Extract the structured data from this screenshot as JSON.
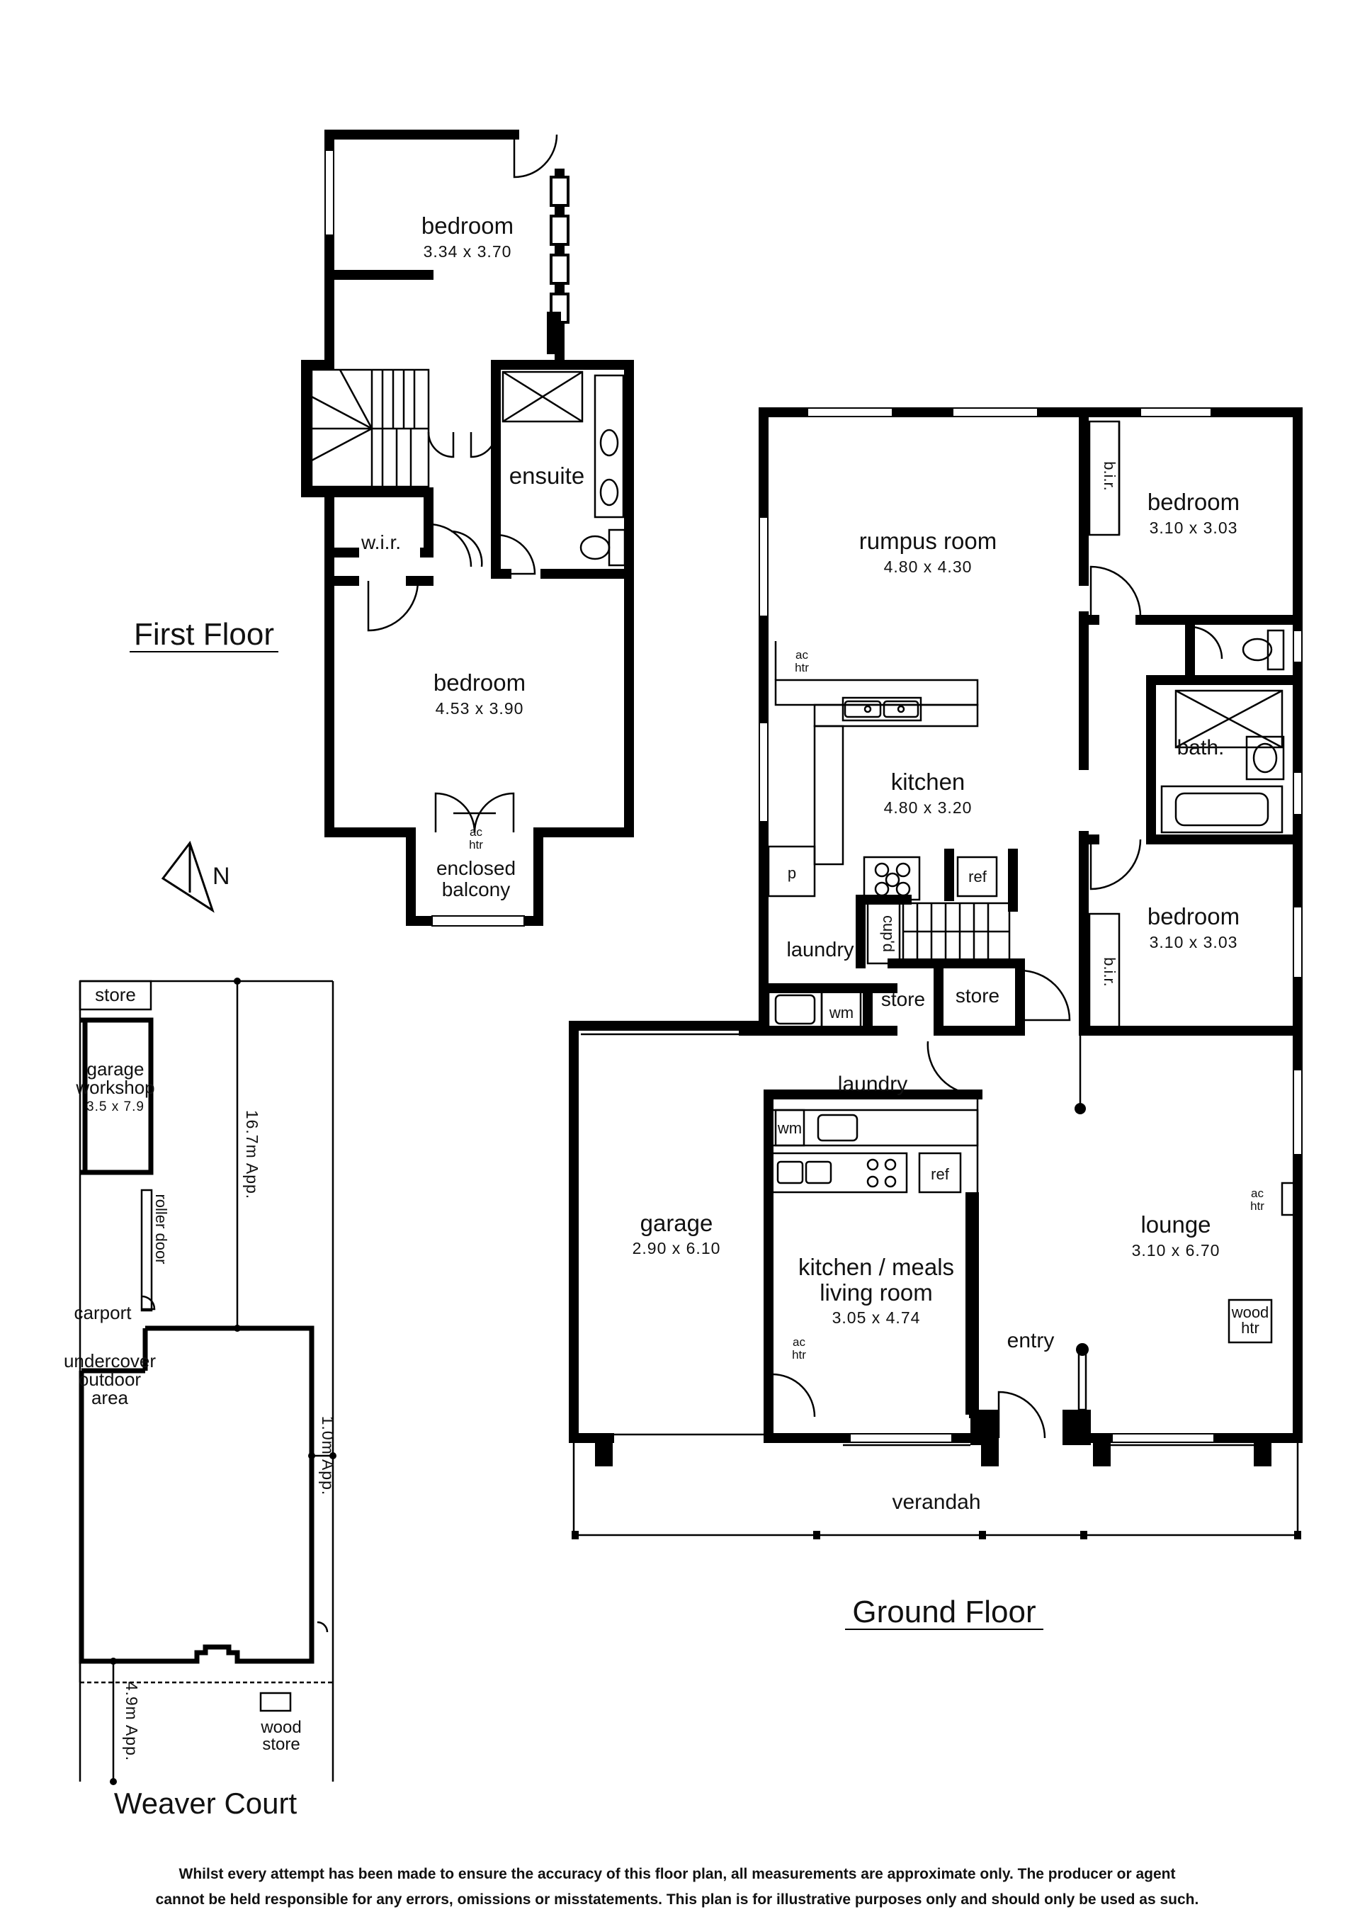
{
  "titles": {
    "first_floor": "First Floor",
    "ground_floor": "Ground Floor",
    "site": "Weaver Court"
  },
  "compass": "N",
  "first_floor": {
    "bedroom_top": {
      "label": "bedroom",
      "dims": "3.34  x  3.70"
    },
    "ensuite": "ensuite",
    "wir": "w.i.r.",
    "bedroom_main": {
      "label": "bedroom",
      "dims": "4.53  x  3.90"
    },
    "balcony_ac": "ac",
    "balcony_htr": "htr",
    "balcony_label_1": "enclosed",
    "balcony_label_2": "balcony"
  },
  "ground_floor": {
    "rumpus": {
      "label": "rumpus room",
      "dims": "4.80  x  4.30"
    },
    "rumpus_ac": "ac",
    "rumpus_htr": "htr",
    "kitchen": {
      "label": "kitchen",
      "dims": "4.80  x  3.20"
    },
    "pantry": "p",
    "ref_upper": "ref",
    "cupd": "cup'd",
    "laundry_upper": "laundry",
    "wm_upper": "wm",
    "store_1": "store",
    "store_2": "store",
    "bed1": {
      "label": "bedroom",
      "dims": "3.10  x  3.03"
    },
    "bir_1": "b.i.r.",
    "bath": "bath.",
    "bed2": {
      "label": "bedroom",
      "dims": "3.10  x  3.03"
    },
    "bir_2": "b.i.r.",
    "laundry_lower": "laundry",
    "wm_lower": "wm",
    "ref_lower": "ref",
    "garage": {
      "label": "garage",
      "dims": "2.90  x  6.10"
    },
    "kml_1": "kitchen / meals",
    "kml_2": "living room",
    "kml_dims": "3.05  x  4.74",
    "kml_ac": "ac",
    "kml_htr": "htr",
    "lounge": {
      "label": "lounge",
      "dims": "3.10  x  6.70"
    },
    "lounge_ac": "ac",
    "lounge_htr": "htr",
    "wood_1": "wood",
    "wood_2": "htr",
    "entry": "entry",
    "verandah": "verandah"
  },
  "site": {
    "store": "store",
    "workshop_1": "garage",
    "workshop_2": "workshop",
    "workshop_dims": "3.5  x  7.9",
    "dist_long": "16.7m  App.",
    "roller": "roller door",
    "carport": "carport",
    "outdoor_1": "undercover",
    "outdoor_2": "outdoor",
    "outdoor_3": "area",
    "dist_side": "1.0m  App.",
    "dist_front": "4.9m  App.",
    "wood_store_1": "wood",
    "wood_store_2": "store"
  },
  "disclaimer": [
    "Whilst every attempt has been made to ensure the accuracy of this floor plan, all measurements are approximate only. The producer or agent",
    "cannot be held responsible for any errors, omissions or misstatements. This plan is for illustrative purposes only and should only be used as such."
  ]
}
